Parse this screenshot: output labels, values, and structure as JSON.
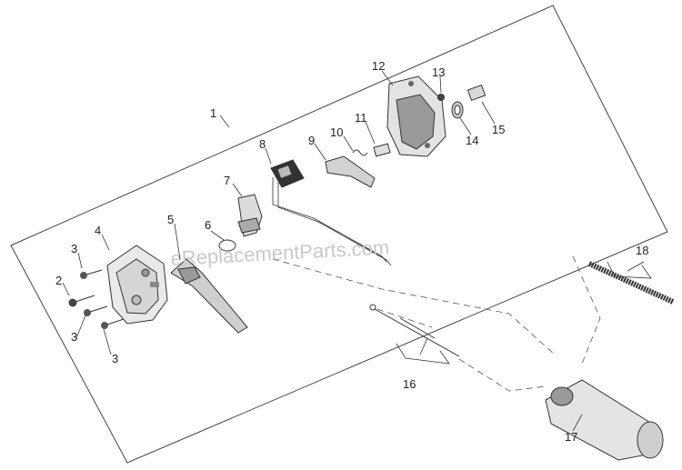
{
  "diagram": {
    "watermark": "eReplacementParts.com",
    "callouts": {
      "c1": "1",
      "c2": "2",
      "c3a": "3",
      "c3b": "3",
      "c3c": "3",
      "c4": "4",
      "c5": "5",
      "c6": "6",
      "c7": "7",
      "c8": "8",
      "c9": "9",
      "c10": "10",
      "c11": "11",
      "c12": "12",
      "c13": "13",
      "c14": "14",
      "c15": "15",
      "c16": "16",
      "c17": "17",
      "c18": "18"
    }
  }
}
